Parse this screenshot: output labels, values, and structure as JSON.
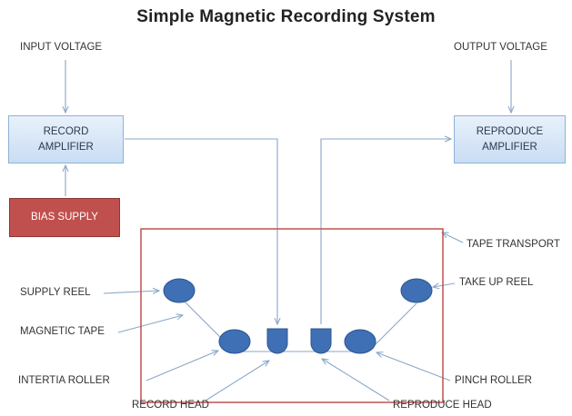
{
  "title": "Simple Magnetic Recording System",
  "labels": {
    "input_voltage": "INPUT VOLTAGE",
    "output_voltage": "OUTPUT VOLTAGE",
    "tape_transport": "TAPE TRANSPORT",
    "supply_reel": "SUPPLY REEL",
    "take_up_reel": "TAKE UP REEL",
    "magnetic_tape": "MAGNETIC TAPE",
    "intertia_roller": "INTERTIA ROLLER",
    "pinch_roller": "PINCH ROLLER",
    "record_head": "RECORD HEAD",
    "reproduce_head": "REPRODUCE HEAD"
  },
  "boxes": {
    "record_amplifier": [
      "RECORD",
      "AMPLIFIER"
    ],
    "reproduce_amplifier": [
      "REPRODUCE",
      "AMPLIFIER"
    ],
    "bias_supply": "BIAS SUPPLY"
  },
  "colors": {
    "amplifier_fill": "#c9ddf3",
    "amplifier_border": "#8fb1d8",
    "bias_fill": "#c0504d",
    "transport_border": "#c0504d",
    "component_fill": "#3f6fb5",
    "line_color": "#8aa7c7"
  }
}
